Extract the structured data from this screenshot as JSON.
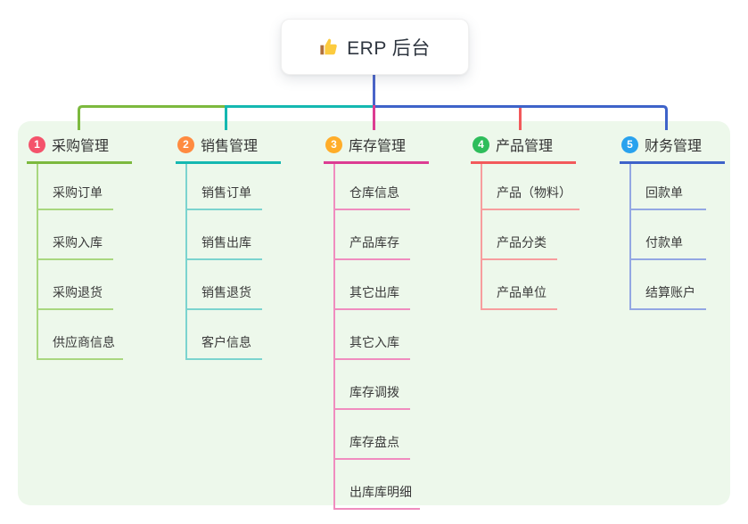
{
  "root": {
    "title": "ERP 后台",
    "icon": "thumbs-up-icon",
    "line_color": "#4A64C9",
    "card_background": "#FFFFFF"
  },
  "canvas": {
    "page_background": "#FFFFFF",
    "panel_background": "#EDF8EB"
  },
  "branches": [
    {
      "num": "1",
      "label": "采购管理",
      "badge_color": "#F4536B",
      "line_color": "#7CB93E",
      "child_line_color": "#A9D77F",
      "children": [
        "采购订单",
        "采购入库",
        "采购退货",
        "供应商信息"
      ]
    },
    {
      "num": "2",
      "label": "销售管理",
      "badge_color": "#FF8B40",
      "line_color": "#14B8B1",
      "child_line_color": "#7BD4CF",
      "children": [
        "销售订单",
        "销售出库",
        "销售退货",
        "客户信息"
      ]
    },
    {
      "num": "3",
      "label": "库存管理",
      "badge_color": "#FFAD29",
      "line_color": "#DC3C92",
      "child_line_color": "#F08CBF",
      "children": [
        "仓库信息",
        "产品库存",
        "其它出库",
        "其它入库",
        "库存调拨",
        "库存盘点",
        "出库库明细"
      ]
    },
    {
      "num": "4",
      "label": "产品管理",
      "badge_color": "#2EBD5B",
      "line_color": "#F2595B",
      "child_line_color": "#F79D9E",
      "children": [
        "产品（物料）",
        "产品分类",
        "产品单位"
      ]
    },
    {
      "num": "5",
      "label": "财务管理",
      "badge_color": "#29A2EE",
      "line_color": "#3E63C9",
      "child_line_color": "#93A7E3",
      "children": [
        "回款单",
        "付款单",
        "结算账户"
      ]
    }
  ]
}
